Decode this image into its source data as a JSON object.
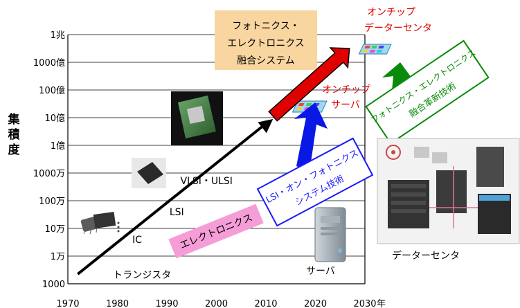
{
  "chart_data": {
    "type": "line",
    "ylabel": "集積度",
    "xunit": "年",
    "x_ticks": [
      "1970",
      "1980",
      "1990",
      "2000",
      "2010",
      "2020",
      "2030"
    ],
    "x_tick_values": [
      1970,
      1980,
      1990,
      2000,
      2010,
      2020,
      2030
    ],
    "y_ticks": [
      "1000",
      "1万",
      "10万",
      "100万",
      "1000万",
      "1億",
      "10億",
      "100億",
      "1000億",
      "1兆"
    ],
    "y_tick_values": [
      1000.0,
      10000.0,
      100000.0,
      1000000.0,
      10000000.0,
      100000000.0,
      1000000000.0,
      10000000000.0,
      100000000000.0,
      1000000000000.0
    ],
    "y_scale": "log",
    "xlim": [
      1970,
      2030
    ],
    "ylim": [
      1000.0,
      1000000000000.0
    ],
    "series": [
      {
        "x": [
          1972,
          2012
        ],
        "y": [
          1000.0,
          1000000000.0
        ]
      },
      {
        "x": [
          2012,
          2028
        ],
        "y": [
          1000000000.0,
          1000000000000.0
        ]
      }
    ],
    "era_labels": [
      {
        "text": "トランジスタ",
        "x": 1985,
        "y": 1600.0
      },
      {
        "text": "IC",
        "x": 1984,
        "y": 30000.0
      },
      {
        "text": "LSI",
        "x": 1992,
        "y": 300000.0
      },
      {
        "text": "VLSI・ULSI",
        "x": 1998,
        "y": 4000000.0
      }
    ],
    "annotations": {
      "photonics_box": [
        "フォトニクス・",
        "エレクトロニクス",
        "融合システム"
      ],
      "onchip_server": [
        "オンチップ",
        "サーバ"
      ],
      "onchip_dc": [
        "オンチップ",
        "データーセンタ"
      ],
      "lsi_box": [
        "LSI・オン・フォトニクス",
        "システム技術"
      ],
      "photonics_innov": [
        "フォトニクス・エレクトロニクス",
        "融合革新技術"
      ],
      "electronics_box": "エレクトロニクス",
      "server_label": "サーバ",
      "datacenter_label": "データーセンタ"
    },
    "colors": {
      "arrow_black": "#000000",
      "arrow_red": "#e00000",
      "arrow_blue": "#0a18e6",
      "arrow_green": "#0a8a0a",
      "photonics_box_fill": "#f9d6a0",
      "electronics_box_fill": "#f59dd6",
      "lsi_box_border": "#1a1aff",
      "innov_box_border": "#0a8a0a",
      "red_text": "#e00000"
    }
  }
}
